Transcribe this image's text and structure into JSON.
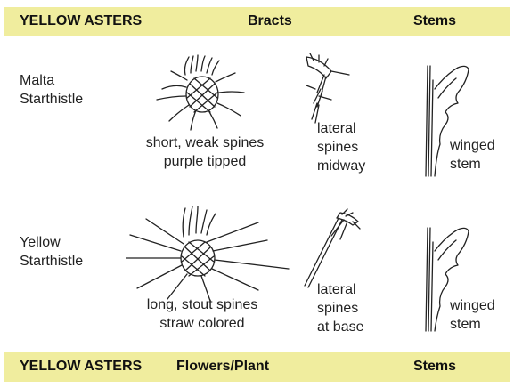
{
  "header_top": {
    "title": "YELLOW ASTERS",
    "col_bracts": "Bracts",
    "col_stems": "Stems"
  },
  "species": [
    {
      "name_line1": "Malta",
      "name_line2": "Starthistle",
      "bract_line1": "short, weak spines",
      "bract_line2": "purple tipped",
      "spine_line1": "lateral",
      "spine_line2": "spines",
      "spine_line3": "midway",
      "stem_line1": "winged",
      "stem_line2": "stem"
    },
    {
      "name_line1": "Yellow",
      "name_line2": "Starthistle",
      "bract_line1": "long, stout spines",
      "bract_line2": "straw colored",
      "spine_line1": "lateral",
      "spine_line2": "spines",
      "spine_line3": "at base",
      "stem_line1": "winged",
      "stem_line2": "stem"
    }
  ],
  "header_bottom": {
    "title": "YELLOW ASTERS",
    "col_flowers": "Flowers/Plant",
    "col_stems": "Stems"
  }
}
